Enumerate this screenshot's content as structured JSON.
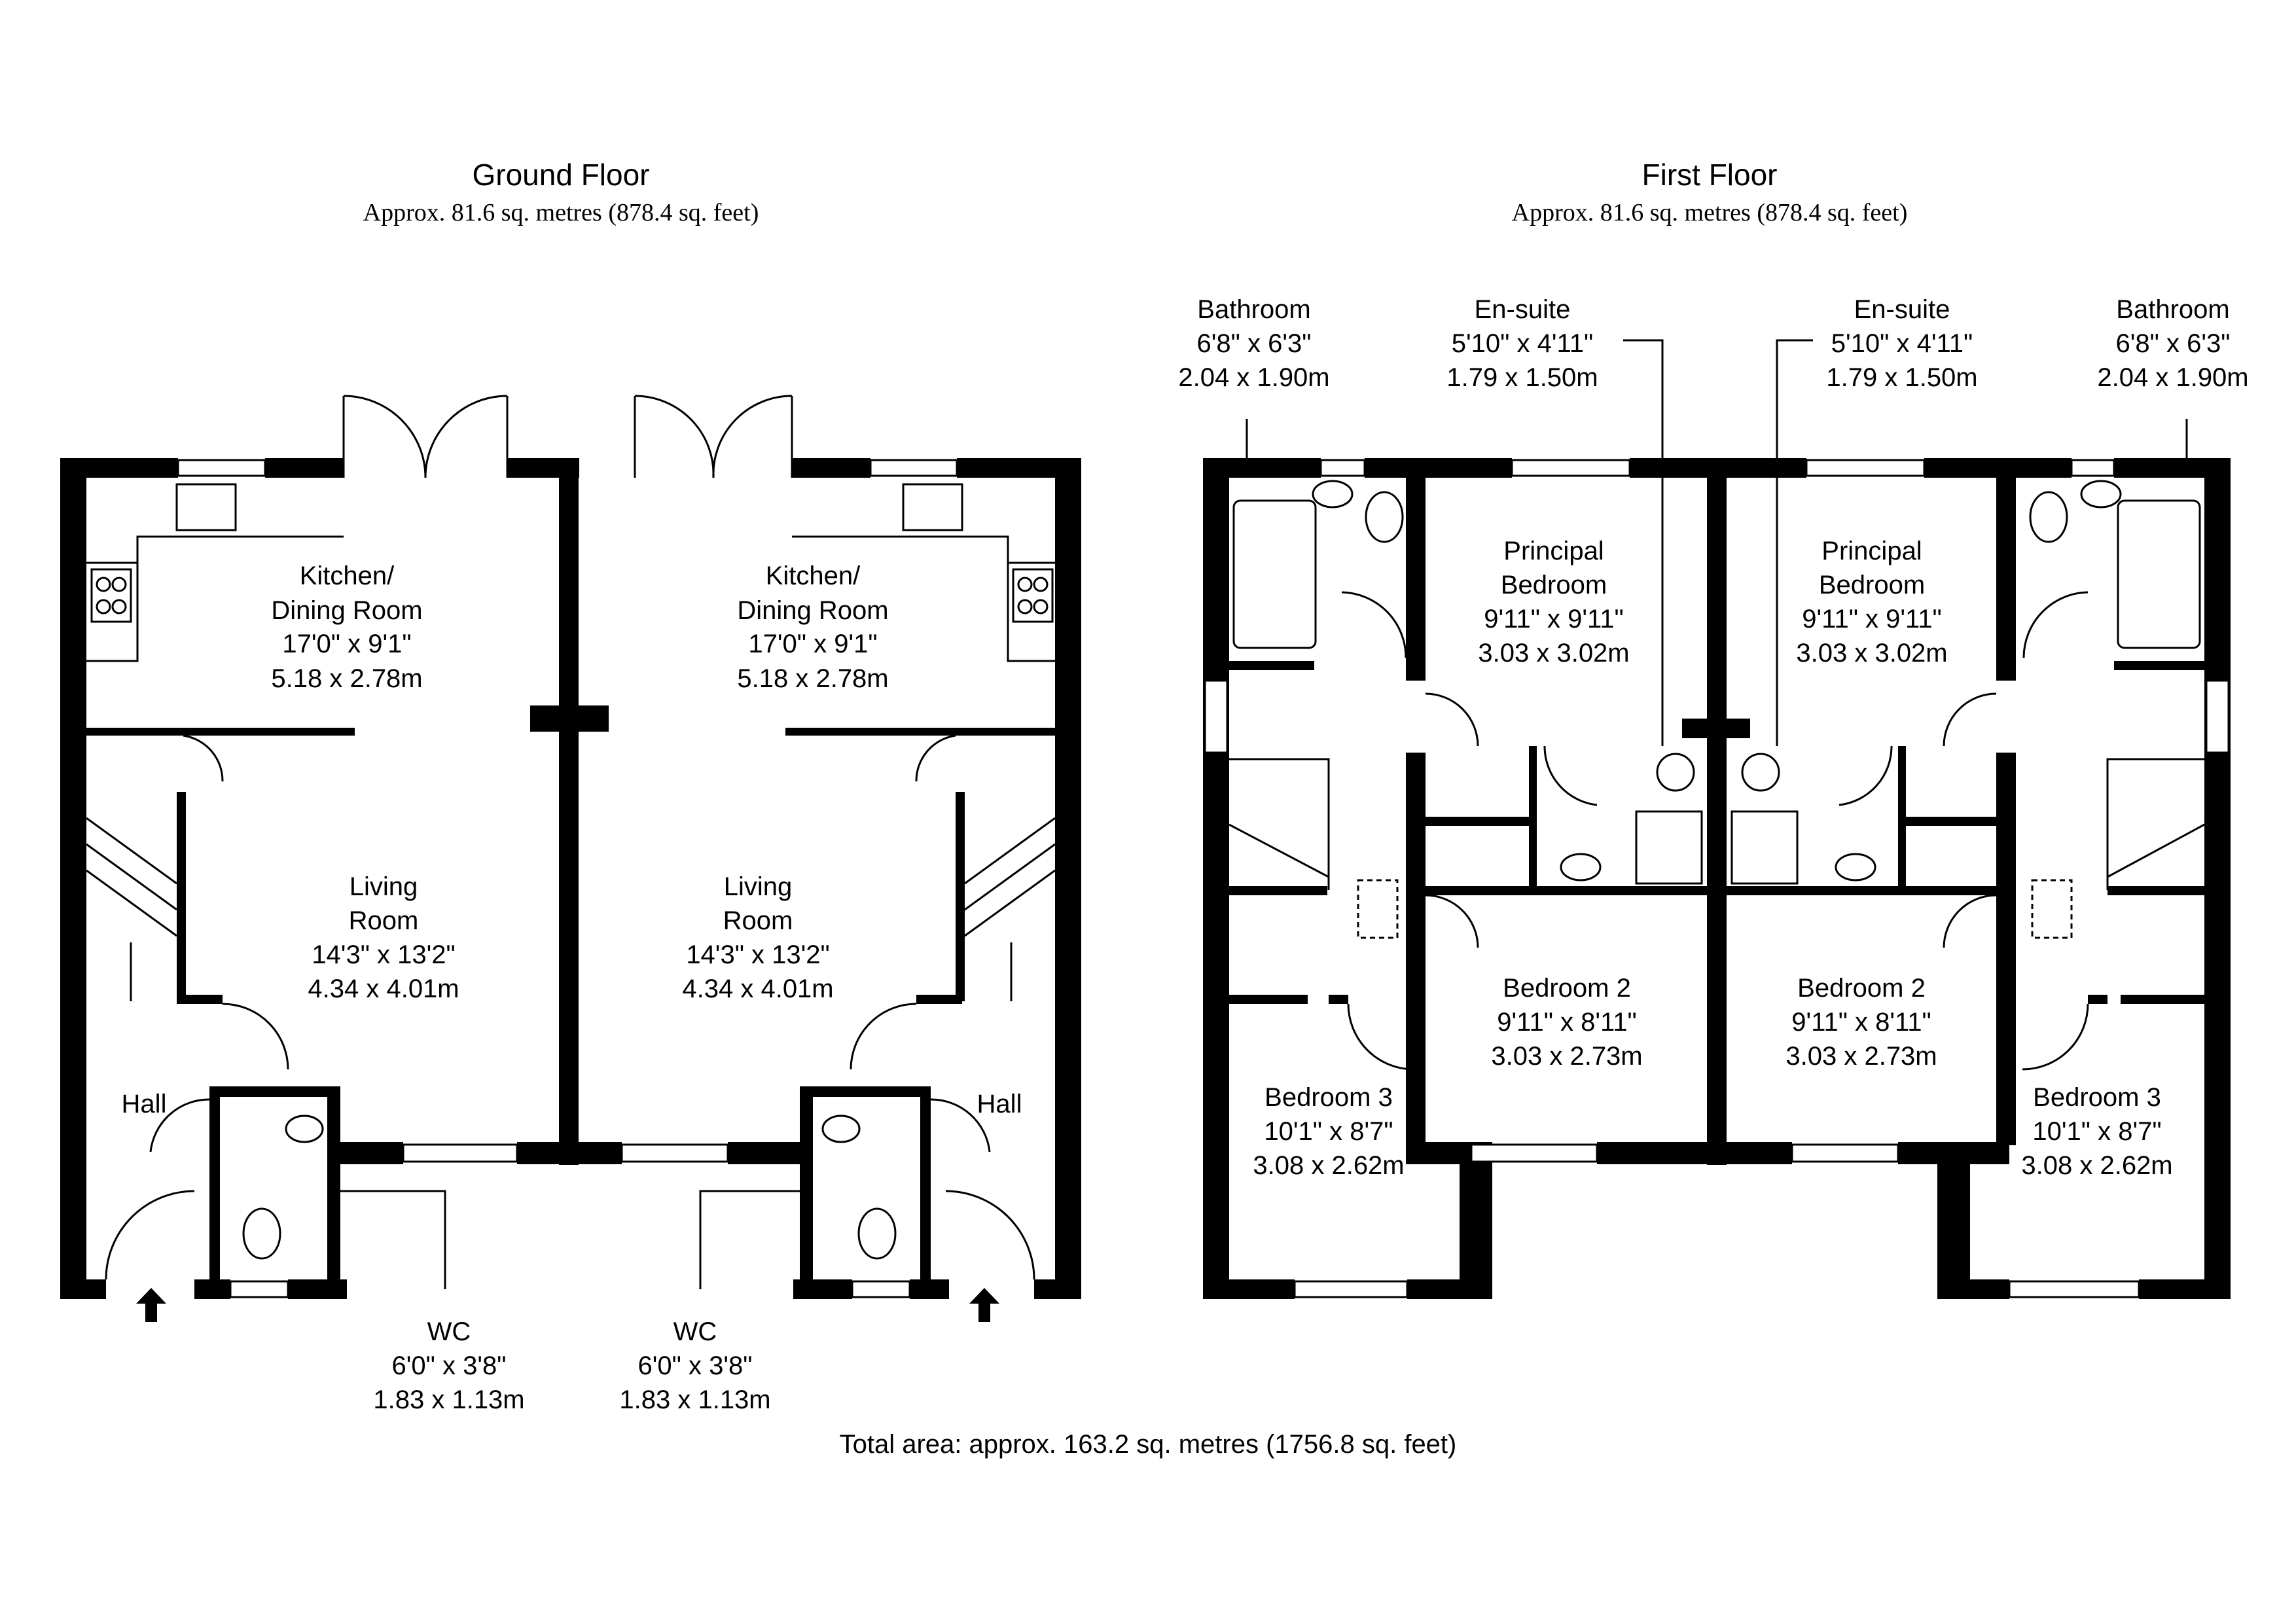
{
  "floors": [
    {
      "title": "Ground Floor",
      "area": "Approx. 81.6 sq. metres (878.4 sq. feet)"
    },
    {
      "title": "First Floor",
      "area": "Approx. 81.6 sq. metres (878.4 sq. feet)"
    }
  ],
  "rooms": {
    "kitchen_left": [
      "Kitchen/",
      "Dining Room",
      "17'0\" x 9'1\"",
      "5.18 x 2.78m"
    ],
    "kitchen_right": [
      "Kitchen/",
      "Dining Room",
      "17'0\" x 9'1\"",
      "5.18 x 2.78m"
    ],
    "living_left": [
      "Living",
      "Room",
      "14'3\" x 13'2\"",
      "4.34 x 4.01m"
    ],
    "living_right": [
      "Living",
      "Room",
      "14'3\" x 13'2\"",
      "4.34 x 4.01m"
    ],
    "hall_left": [
      "Hall"
    ],
    "hall_right": [
      "Hall"
    ],
    "wc_left": [
      "WC",
      "6'0\" x 3'8\"",
      "1.83 x 1.13m"
    ],
    "wc_right": [
      "WC",
      "6'0\" x 3'8\"",
      "1.83 x 1.13m"
    ],
    "bathroom_left": [
      "Bathroom",
      "6'8\" x 6'3\"",
      "2.04 x 1.90m"
    ],
    "ensuite_left": [
      "En-suite",
      "5'10\" x 4'11\"",
      "1.79 x 1.50m"
    ],
    "ensuite_right": [
      "En-suite",
      "5'10\" x 4'11\"",
      "1.79 x 1.50m"
    ],
    "bathroom_right": [
      "Bathroom",
      "6'8\" x 6'3\"",
      "2.04 x 1.90m"
    ],
    "principal_left": [
      "Principal",
      "Bedroom",
      "9'11\" x 9'11\"",
      "3.03 x 3.02m"
    ],
    "principal_right": [
      "Principal",
      "Bedroom",
      "9'11\" x 9'11\"",
      "3.03 x 3.02m"
    ],
    "bed2_left": [
      "Bedroom 2",
      "9'11\" x 8'11\"",
      "3.03 x 2.73m"
    ],
    "bed2_right": [
      "Bedroom 2",
      "9'11\" x 8'11\"",
      "3.03 x 2.73m"
    ],
    "bed3_left": [
      "Bedroom 3",
      "10'1\" x 8'7\"",
      "3.08 x 2.62m"
    ],
    "bed3_right": [
      "Bedroom 3",
      "10'1\" x 8'7\"",
      "3.08 x 2.62m"
    ]
  },
  "total_area": "Total area: approx. 163.2 sq. metres (1756.8 sq. feet)"
}
